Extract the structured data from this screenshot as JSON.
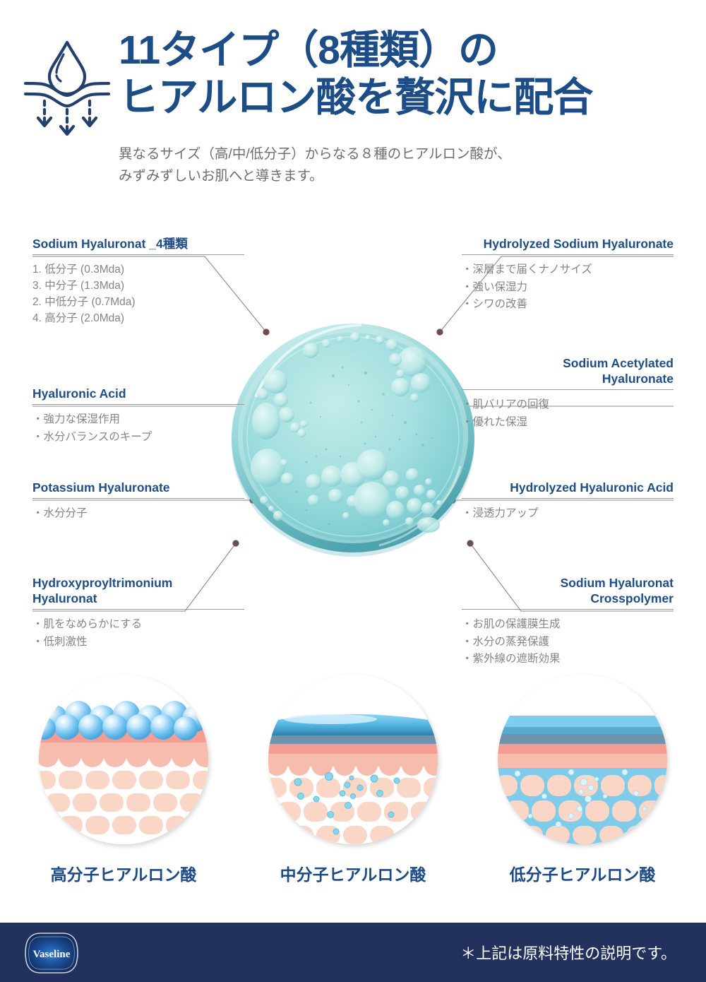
{
  "header": {
    "icon": "water-drop-absorption-icon",
    "title_lines": [
      "11タイプ（8種類）の",
      "ヒアルロン酸を贅沢に配合"
    ],
    "subtitle_lines": [
      "異なるサイズ（高/中/低分子）からなる８種のヒアルロン酸が、",
      "みずみずしいお肌へと導きます。"
    ]
  },
  "colors": {
    "title_blue": "#1d4d87",
    "label_blue": "#1f4e87",
    "body_gray": "#858585",
    "rule_gray": "#9a9a9a",
    "footer_navy": "#22325d",
    "dish_teal": "#7fd0d4",
    "skin_pink": "#f8cdbd",
    "bubble_blue": "#6ec4ee"
  },
  "diagram": {
    "center_image": "hyaluronic-acid-gel-petri-dish",
    "callouts": [
      {
        "id": "sodium-hyaluronat-4types",
        "side": "left",
        "heading": "Sodium Hyaluronat _4種類",
        "items": [
          "1. 低分子 (0.3Mda)",
          "3. 中分子 (1.3Mda)",
          "2. 中低分子 (0.7Mda)",
          "4. 高分子 (2.0Mda)"
        ]
      },
      {
        "id": "hyaluronic-acid",
        "side": "left",
        "heading": "Hyaluronic Acid",
        "items": [
          "・強力な保湿作用",
          "・水分バランスのキープ"
        ]
      },
      {
        "id": "potassium-hyaluronate",
        "side": "left",
        "heading": "Potassium Hyaluronate",
        "items": [
          "・水分分子"
        ]
      },
      {
        "id": "hydroxyproyltrimonium-hyaluronat",
        "side": "left",
        "heading_lines": [
          "Hydroxyproyltrimonium",
          "Hyaluronat"
        ],
        "items": [
          "・肌をなめらかにする",
          "・低刺激性"
        ]
      },
      {
        "id": "hydrolyzed-sodium-hyaluronate",
        "side": "right",
        "heading": "Hydrolyzed Sodium Hyaluronate",
        "items": [
          "・深層まで届くナノサイズ",
          "・強い保湿力",
          "・シワの改善"
        ]
      },
      {
        "id": "sodium-acetylated-hyaluronate",
        "side": "right",
        "heading_lines": [
          "Sodium Acetylated",
          "Hyaluronate"
        ],
        "items": [
          "・肌バリアの回復",
          "・優れた保湿"
        ]
      },
      {
        "id": "hydrolyzed-hyaluronic-acid",
        "side": "right",
        "heading": "Hydrolyzed Hyaluronic Acid",
        "items": [
          "・浸透力アップ"
        ]
      },
      {
        "id": "sodium-hyaluronat-crosspolymer",
        "side": "right",
        "heading_lines": [
          "Sodium Hyaluronat",
          "Crosspolymer"
        ],
        "items": [
          "・お肌の保護膜生成",
          "・水分の蒸発保護",
          "・紫外線の遮断効果"
        ]
      }
    ]
  },
  "molecule_sizes": [
    {
      "id": "high-molecular",
      "label": "高分子ヒアルロン酸",
      "illustration": "large-spheres-on-skin-surface"
    },
    {
      "id": "medium-molecular",
      "label": "中分子ヒアルロン酸",
      "illustration": "gel-layer-with-dots-in-dermis"
    },
    {
      "id": "low-molecular",
      "label": "低分子ヒアルロン酸",
      "illustration": "full-hydration-between-cells"
    }
  ],
  "footer": {
    "brand": "Vaseline",
    "note": "＊上記は原料特性の説明です。"
  }
}
